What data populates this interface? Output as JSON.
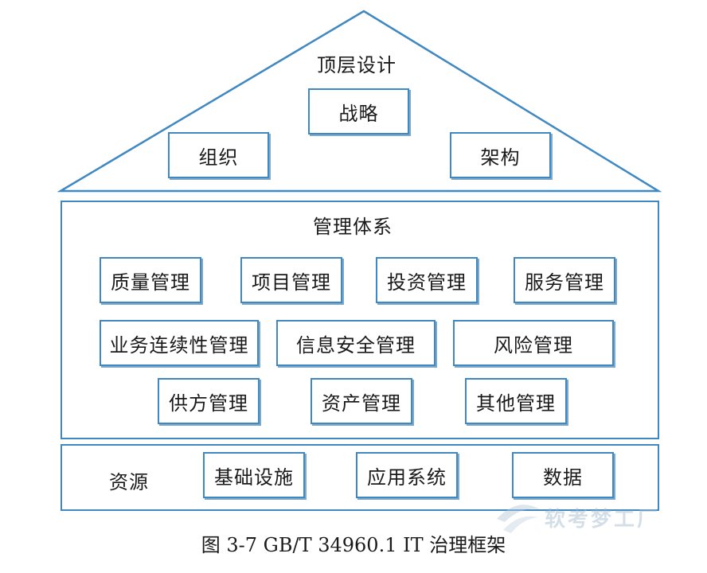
{
  "roof": {
    "title": "顶层设计",
    "items": [
      "战略",
      "组织",
      "架构"
    ]
  },
  "management": {
    "title": "管理体系",
    "row1": [
      "质量管理",
      "项目管理",
      "投资管理",
      "服务管理"
    ],
    "row2": [
      "业务连续性管理",
      "信息安全管理",
      "风险管理"
    ],
    "row3": [
      "供方管理",
      "资产管理",
      "其他管理"
    ]
  },
  "resources": {
    "title": "资源",
    "items": [
      "基础设施",
      "应用系统",
      "数据"
    ]
  },
  "caption": "图 3-7    GB/T 34960.1 IT 治理框架",
  "watermark": "软考梦工厂",
  "colors": {
    "border": "#3f88c2",
    "shadow": "#7fa9c8",
    "text": "#1a1a1a"
  }
}
